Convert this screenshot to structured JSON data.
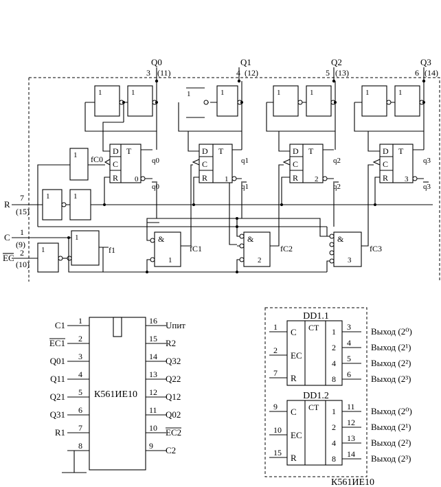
{
  "schematic": {
    "outputs": [
      {
        "q": "Q0",
        "pin": "3",
        "pin_alt": "(11)"
      },
      {
        "q": "Q1",
        "pin": "4",
        "pin_alt": "(12)"
      },
      {
        "q": "Q2",
        "pin": "5",
        "pin_alt": "(13)"
      },
      {
        "q": "Q3",
        "pin": "6",
        "pin_alt": "(14)"
      }
    ],
    "inputs": [
      {
        "label": "R",
        "pin": "7",
        "pin_alt": "(15)"
      },
      {
        "label": "C",
        "pin": "1",
        "pin_alt": "(9)"
      },
      {
        "label": "EC",
        "pin": "2",
        "pin_alt": "(10)"
      }
    ],
    "gate_one": "1",
    "gate_and": "&",
    "ff_d": "D",
    "ff_c": "C",
    "ff_r": "R",
    "ff_t": "T",
    "ff_q": [
      "q0",
      "q1",
      "q2",
      "q3"
    ],
    "ff_qbar": [
      "q0",
      "q1",
      "q2",
      "q3"
    ],
    "ff_idx": [
      "0",
      "1",
      "2",
      "3"
    ],
    "clk_labels": [
      "fC0",
      "fC1",
      "fC2",
      "fC3"
    ],
    "f1_label": "f1",
    "and_idx": [
      "1",
      "2",
      "3"
    ]
  },
  "chip": {
    "name": "К561ИЕ10",
    "left_pins": [
      {
        "label": "C1",
        "num": "1"
      },
      {
        "label": "EC1",
        "num": "2"
      },
      {
        "label": "Q01",
        "num": "3"
      },
      {
        "label": "Q11",
        "num": "4"
      },
      {
        "label": "Q21",
        "num": "5"
      },
      {
        "label": "Q31",
        "num": "6"
      },
      {
        "label": "R1",
        "num": "7"
      },
      {
        "label": "",
        "num": "8"
      }
    ],
    "right_pins": [
      {
        "label": "Uпит",
        "num": "16"
      },
      {
        "label": "R2",
        "num": "15"
      },
      {
        "label": "Q32",
        "num": "14"
      },
      {
        "label": "Q22",
        "num": "13"
      },
      {
        "label": "Q12",
        "num": "12"
      },
      {
        "label": "Q02",
        "num": "11"
      },
      {
        "label": "EC2",
        "num": "10"
      },
      {
        "label": "C2",
        "num": "9"
      }
    ]
  },
  "symbol": {
    "caption": "К561ИЕ10",
    "units": [
      {
        "name": "DD1.1",
        "ct": "CT",
        "inputs": [
          {
            "label": "C",
            "pin": "1"
          },
          {
            "label": "EC",
            "pin": "2"
          },
          {
            "label": "R",
            "pin": "7"
          }
        ],
        "weights": [
          "1",
          "2",
          "4",
          "8"
        ],
        "out_pins": [
          "3",
          "4",
          "5",
          "6"
        ],
        "out_labels": [
          "Выход (2⁰)",
          "Выход (2¹)",
          "Выход (2²)",
          "Выход (2³)"
        ]
      },
      {
        "name": "DD1.2",
        "ct": "CT",
        "inputs": [
          {
            "label": "C",
            "pin": "9"
          },
          {
            "label": "EC",
            "pin": "10"
          },
          {
            "label": "R",
            "pin": "15"
          }
        ],
        "weights": [
          "1",
          "2",
          "4",
          "8"
        ],
        "out_pins": [
          "11",
          "12",
          "13",
          "14"
        ],
        "out_labels": [
          "Выход (2⁰)",
          "Выход (2¹)",
          "Выход (2²)",
          "Выход (2³)"
        ]
      }
    ]
  }
}
